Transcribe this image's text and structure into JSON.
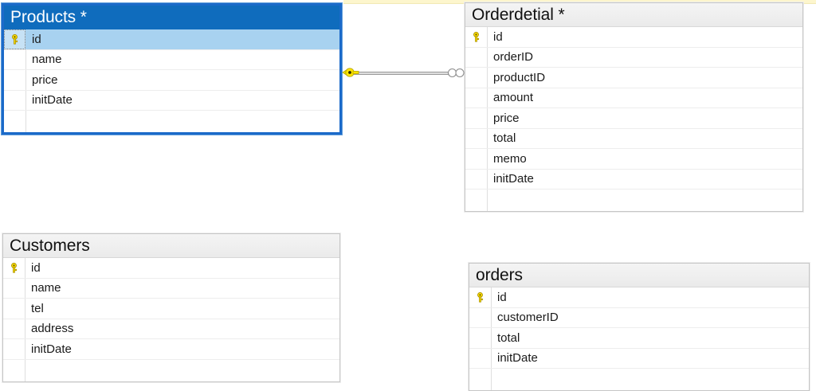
{
  "canvas": {
    "background": "#ffffff",
    "top_strip_color": "#fdf6cd",
    "selection_border_color": "#1b6ac9",
    "selected_header_color": "#0f6cbd",
    "selected_row_color": "#a8d2f0",
    "key_icon_color": "#ffd700"
  },
  "tables": [
    {
      "id": "products",
      "title": "Products *",
      "selected": true,
      "fields": [
        {
          "name": "id",
          "primary_key": true,
          "selected": true
        },
        {
          "name": "name",
          "primary_key": false,
          "selected": false
        },
        {
          "name": "price",
          "primary_key": false,
          "selected": false
        },
        {
          "name": "initDate",
          "primary_key": false,
          "selected": false
        }
      ]
    },
    {
      "id": "orderdetial",
      "title": "Orderdetial *",
      "selected": false,
      "fields": [
        {
          "name": "id",
          "primary_key": true,
          "selected": false
        },
        {
          "name": "orderID",
          "primary_key": false,
          "selected": false
        },
        {
          "name": "productID",
          "primary_key": false,
          "selected": false
        },
        {
          "name": "amount",
          "primary_key": false,
          "selected": false
        },
        {
          "name": "price",
          "primary_key": false,
          "selected": false
        },
        {
          "name": "total",
          "primary_key": false,
          "selected": false
        },
        {
          "name": "memo",
          "primary_key": false,
          "selected": false
        },
        {
          "name": "initDate",
          "primary_key": false,
          "selected": false
        }
      ]
    },
    {
      "id": "customers",
      "title": "Customers",
      "selected": false,
      "fields": [
        {
          "name": "id",
          "primary_key": true,
          "selected": false
        },
        {
          "name": "name",
          "primary_key": false,
          "selected": false
        },
        {
          "name": "tel",
          "primary_key": false,
          "selected": false
        },
        {
          "name": "address",
          "primary_key": false,
          "selected": false
        },
        {
          "name": "initDate",
          "primary_key": false,
          "selected": false
        }
      ]
    },
    {
      "id": "orders",
      "title": "orders",
      "selected": false,
      "fields": [
        {
          "name": "id",
          "primary_key": true,
          "selected": false
        },
        {
          "name": "customerID",
          "primary_key": false,
          "selected": false
        },
        {
          "name": "total",
          "primary_key": false,
          "selected": false
        },
        {
          "name": "initDate",
          "primary_key": false,
          "selected": false
        }
      ]
    }
  ],
  "relationships": [
    {
      "id": "products-orderdetial",
      "from_table": "Products",
      "from_field": "id",
      "from_cardinality": "one",
      "from_symbol": "key-icon",
      "to_table": "Orderdetial",
      "to_field": "productID",
      "to_cardinality": "many",
      "to_symbol": "infinity-icon"
    }
  ],
  "icons": {
    "primary_key": "key-icon",
    "one_side": "key-icon",
    "many_side": "infinity-icon"
  }
}
